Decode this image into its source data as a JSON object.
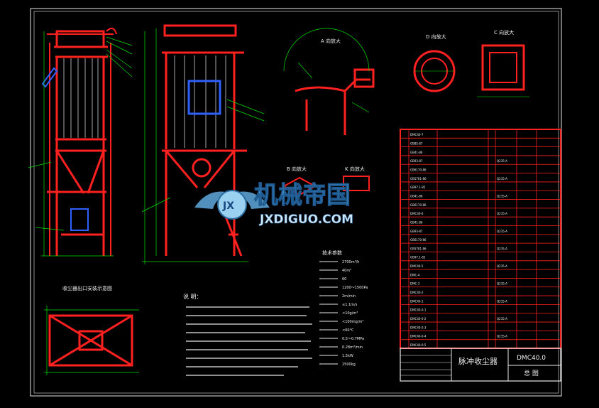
{
  "title_block": {
    "title": "脉冲收尘器",
    "drawing_no": "DMC40.0",
    "sheet": "总 图"
  },
  "watermark": {
    "cn": "机械帝国",
    "en": "JXDIGUO.COM",
    "logo": "JX"
  },
  "views": {
    "a": "A 向放大",
    "d": "D 向放大",
    "c": "C 向放大",
    "b": "B 向放大",
    "k": "K 向放大",
    "bottom": "收尘器出口安装示意图"
  },
  "notes": {
    "heading": "说 明："
  },
  "tech": {
    "heading": "技术参数",
    "values": [
      "2700m³/h",
      "40m²",
      "60",
      "1200～1500Pa",
      "2m/min",
      "≤1.1m/s",
      "<10g/m³",
      "<100mg/m³",
      "<60°C",
      "0.5～0.7MPa",
      "0.28m³/min",
      "1.5kW",
      "2500kg"
    ]
  },
  "bom": {
    "part_codes": [
      "DMC40-7",
      "GB85-87",
      "GB41-86",
      "GB93-87",
      "GB6170-86",
      "GB5781-86",
      "GB97.1-85",
      "GB41-86",
      "GB6170-86",
      "DMC40-6",
      "GB41-86",
      "GB93-87",
      "GB6170-86",
      "GB5781-86",
      "GB97.1-85",
      "DMC40-5",
      "DMC-4",
      "DMC-3",
      "DMC40-2",
      "DMC40-1",
      "DMC40-0-1",
      "DMC40-0-2",
      "DMC40-0-3",
      "DMC40-0-4",
      "DMC40-0-5"
    ],
    "materials": [
      "Q235-A",
      "Q235-A",
      "Q235-A",
      "Q235-A",
      "Q235-A",
      "Q235-A",
      "Q235-A",
      "Q235-A",
      "Q235-A",
      "Q235-A",
      "Q235-A"
    ]
  },
  "colors": {
    "red": "#ff2020",
    "green": "#00e000",
    "blue": "#3060ff",
    "white": "#f0f0f0",
    "magenta": "#ff40ff",
    "cyan": "#40c0ff"
  }
}
